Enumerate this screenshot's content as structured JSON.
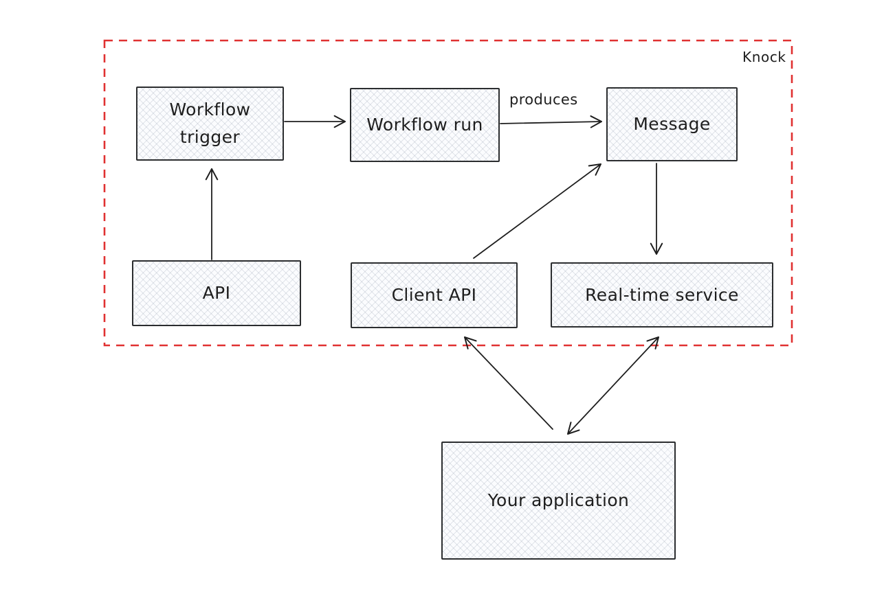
{
  "diagram": {
    "boundary": {
      "label": "Knock",
      "border_color": "#e03131"
    },
    "nodes": [
      {
        "id": "workflow-trigger",
        "label": "Workflow trigger"
      },
      {
        "id": "workflow-run",
        "label": "Workflow run"
      },
      {
        "id": "message",
        "label": "Message"
      },
      {
        "id": "api",
        "label": "API"
      },
      {
        "id": "client-api",
        "label": "Client API"
      },
      {
        "id": "realtime-service",
        "label": "Real-time service"
      },
      {
        "id": "your-application",
        "label": "Your application"
      }
    ],
    "edges": [
      {
        "from": "Workflow trigger",
        "to": "Workflow run",
        "label": "",
        "arrowheads": "end"
      },
      {
        "from": "Workflow run",
        "to": "Message",
        "label": "produces",
        "arrowheads": "end"
      },
      {
        "from": "API",
        "to": "Workflow trigger",
        "label": "",
        "arrowheads": "end"
      },
      {
        "from": "Client API",
        "to": "Message",
        "label": "",
        "arrowheads": "end"
      },
      {
        "from": "Message",
        "to": "Real-time service",
        "label": "",
        "arrowheads": "end"
      },
      {
        "from": "Your application",
        "to": "Client API",
        "label": "",
        "arrowheads": "end"
      },
      {
        "from": "Real-time service",
        "to": "Your application",
        "label": "",
        "arrowheads": "both"
      }
    ],
    "colors": {
      "stroke": "#1e1e1e",
      "node_fill": "#fbfcfe",
      "boundary_red": "#e03131",
      "background": "#ffffff"
    }
  }
}
